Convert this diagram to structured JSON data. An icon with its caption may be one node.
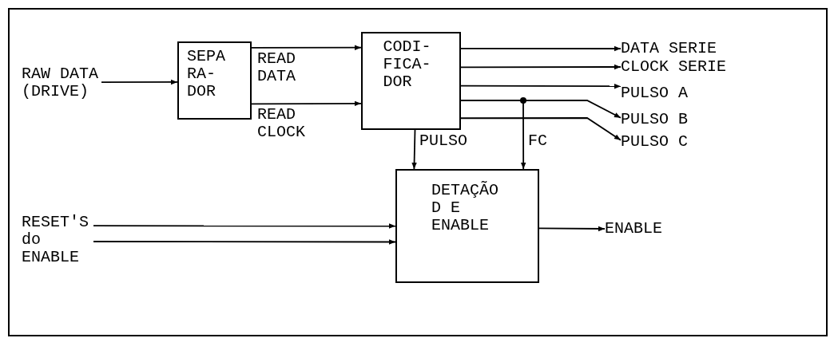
{
  "diagram": {
    "nodes": [
      {
        "text": [
          "RAW DATA (DRIVE)"
        ]
      },
      {
        "text": [
          "SEPA RA- DOR"
        ]
      },
      {
        "text": [
          "CODI- FICA- DOR"
        ]
      },
      {
        "text": [
          "DATA SERIE"
        ]
      },
      {
        "text": [
          "CLOCK SERIE"
        ]
      },
      {
        "text": [
          "PULSO A"
        ]
      },
      {
        "text": [
          "PULSO B"
        ]
      },
      {
        "text": [
          "PULSO C"
        ]
      },
      {
        "text": [
          "DETAÇÃO D E ENABLE"
        ]
      },
      {
        "text": [
          "RESET'S do ENABLE"
        ]
      },
      {
        "text": [
          "ENABLE"
        ]
      }
    ],
    "edges": [
      {
        "from": 0,
        "to": 1,
        "arrow": "to"
      },
      {
        "from": 1,
        "to": 2,
        "arrow": "to",
        "label": "READ DATA"
      },
      {
        "from": 1,
        "to": 2,
        "arrow": "to",
        "label": "READ CLOCK"
      },
      {
        "from": 2,
        "to": 3,
        "arrow": "to"
      },
      {
        "from": 2,
        "to": 4,
        "arrow": "to"
      },
      {
        "from": 2,
        "to": 5,
        "arrow": "to"
      },
      {
        "from": 2,
        "to": 6,
        "arrow": "to"
      },
      {
        "from": 2,
        "to": 7,
        "arrow": "to"
      },
      {
        "from": 2,
        "to": 8,
        "arrow": "to",
        "label": "PULSO"
      },
      {
        "from": 2,
        "to": 8,
        "arrow": "to",
        "label": "FC"
      },
      {
        "from": 9,
        "to": 8,
        "arrow": "to"
      },
      {
        "from": 9,
        "to": 8,
        "arrow": "to"
      },
      {
        "from": 8,
        "to": 10,
        "arrow": "to"
      }
    ]
  }
}
